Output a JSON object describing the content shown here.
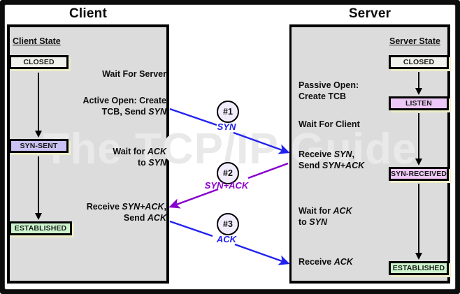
{
  "diagram": {
    "watermark": "The TCP/IP Guide",
    "columns": {
      "client_title": "Client",
      "server_title": "Server"
    },
    "client": {
      "state_heading": "Client State",
      "states": [
        {
          "label": "CLOSED",
          "color": "#f2f2ec"
        },
        {
          "label": "SYN-SENT",
          "color": "#c9c2f2"
        },
        {
          "label": "ESTABLISHED",
          "color": "#cdf5cd"
        }
      ],
      "events": [
        {
          "text": "Wait For Server"
        },
        {
          "text": "Active Open: Create\nTCB, Send SYN"
        },
        {
          "text": "Wait for ACK\nto SYN"
        },
        {
          "text": "Receive SYN+ACK,\nSend ACK"
        }
      ]
    },
    "server": {
      "state_heading": "Server State",
      "states": [
        {
          "label": "CLOSED",
          "color": "#f2f2ec"
        },
        {
          "label": "LISTEN",
          "color": "#edc7f5"
        },
        {
          "label": "SYN-RECEIVED",
          "color": "#edc7f5"
        },
        {
          "label": "ESTABLISHED",
          "color": "#cdf5cd"
        }
      ],
      "events": [
        {
          "text": "Passive Open:\nCreate TCB"
        },
        {
          "text": "Wait For Client"
        },
        {
          "text": "Receive SYN,\nSend SYN+ACK"
        },
        {
          "text": "Wait for ACK\nto SYN"
        },
        {
          "text": "Receive ACK"
        }
      ]
    },
    "messages": [
      {
        "number": "#1",
        "label": "SYN",
        "color": "#2222ee",
        "direction": "client-to-server"
      },
      {
        "number": "#2",
        "label": "SYN+ACK",
        "color": "#8800cc",
        "direction": "server-to-client"
      },
      {
        "number": "#3",
        "label": "ACK",
        "color": "#2222ee",
        "direction": "client-to-server"
      }
    ]
  }
}
